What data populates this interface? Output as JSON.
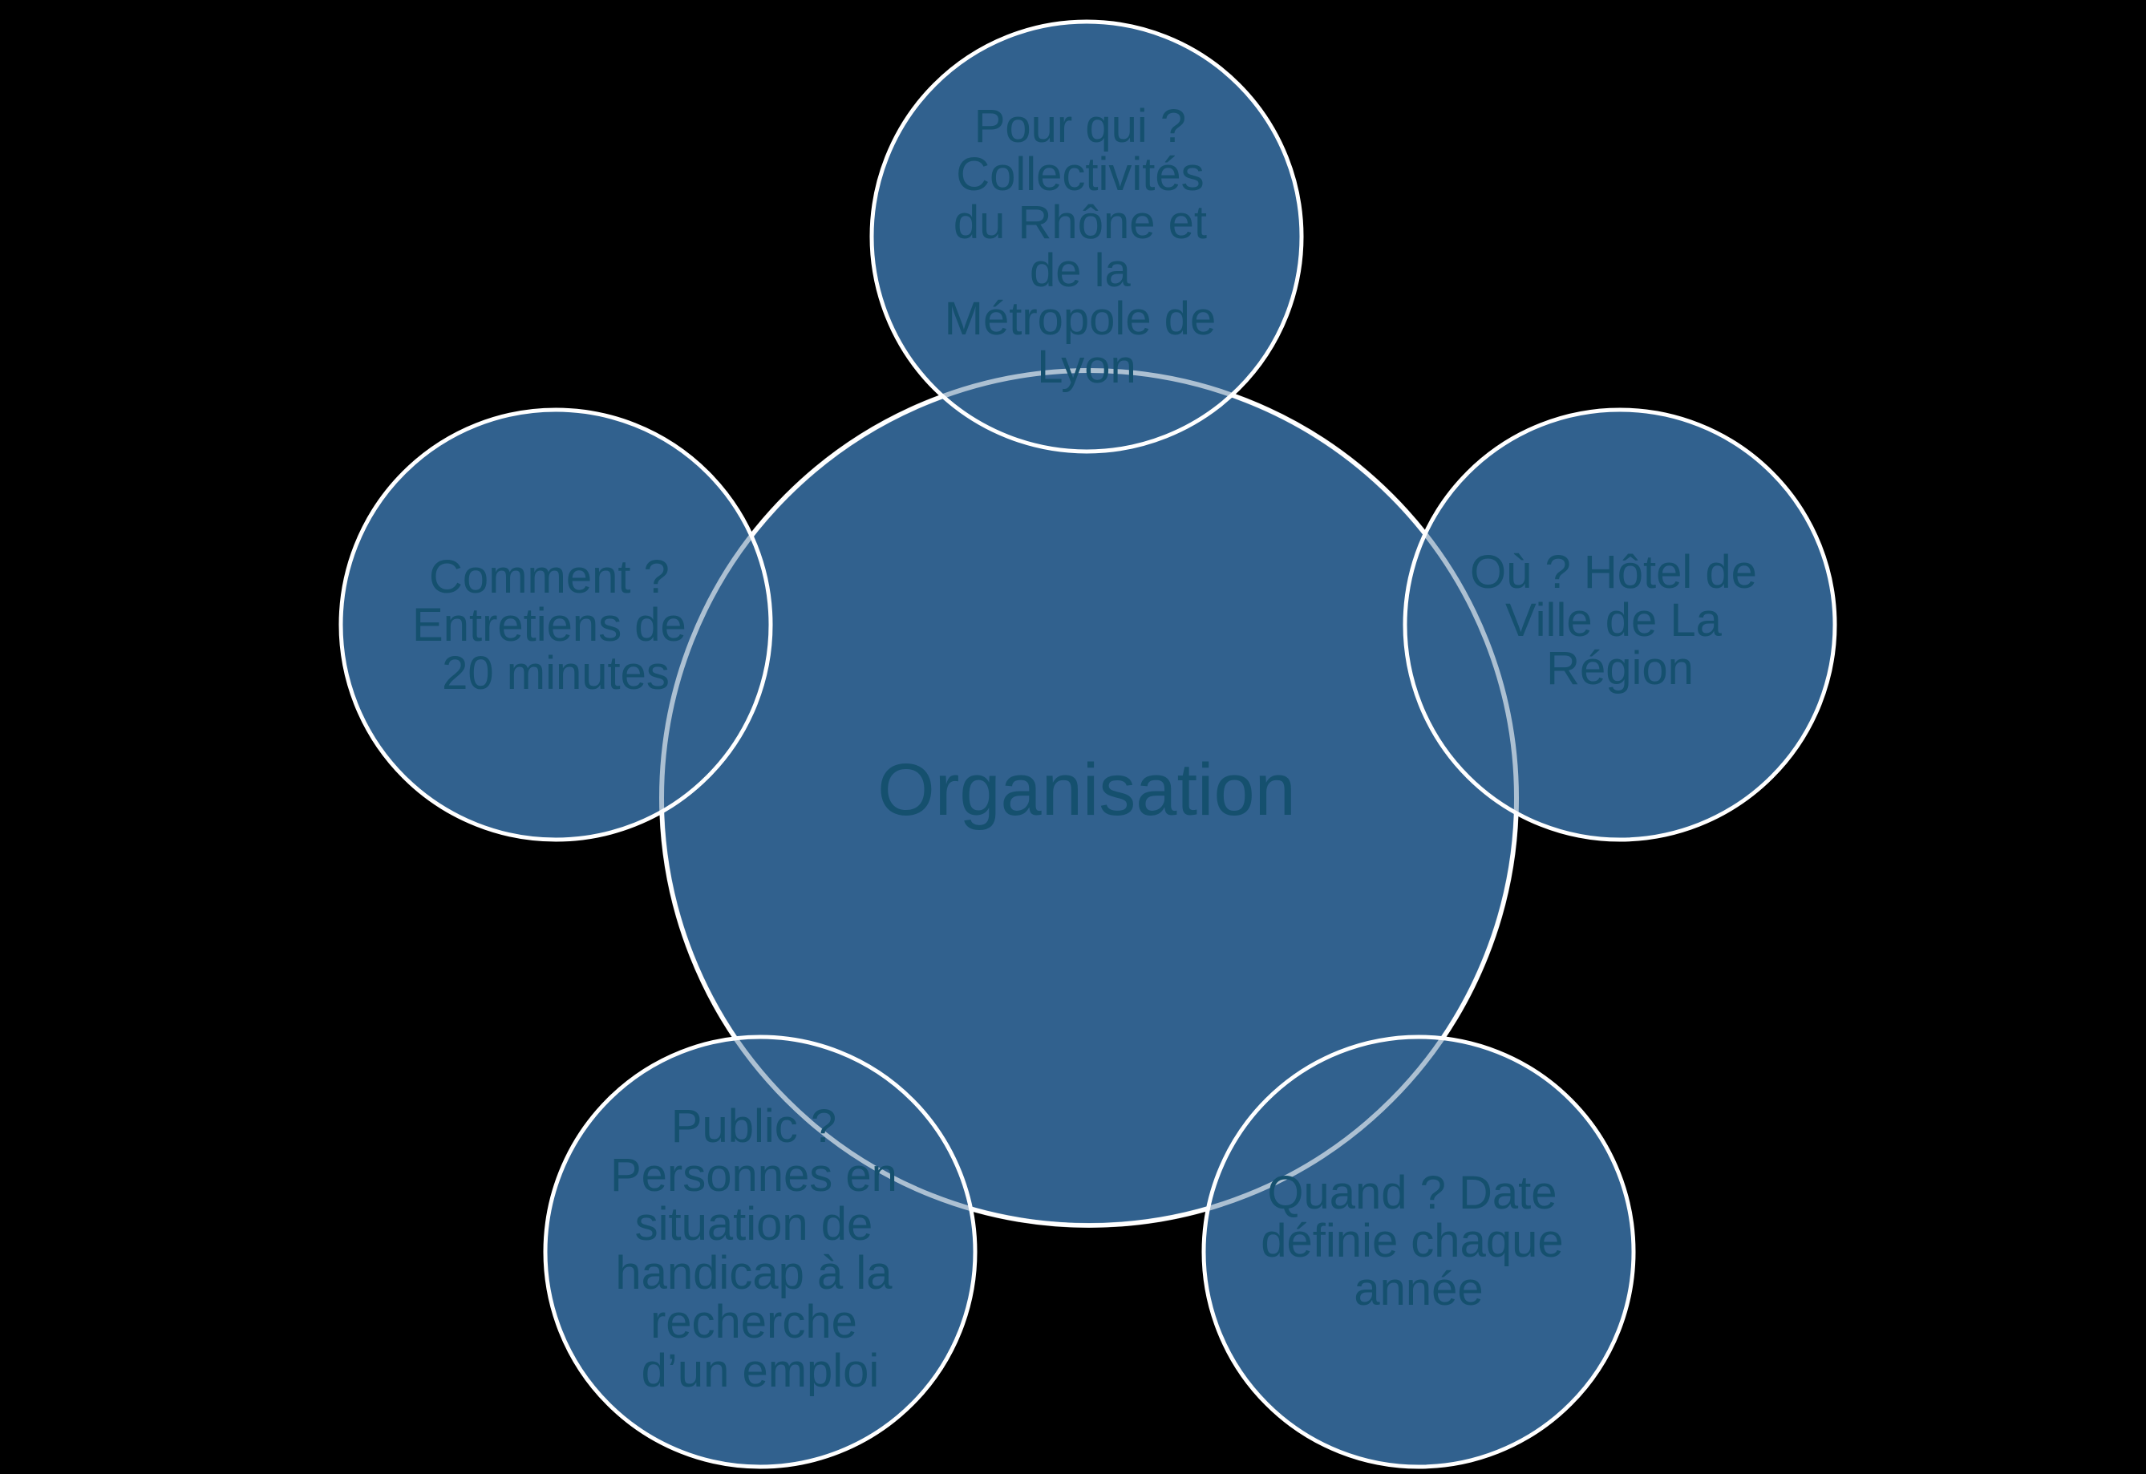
{
  "diagram": {
    "type": "radial-cycle",
    "center_label": "Organisation",
    "satellites": [
      {
        "position": "top",
        "lines": [
          "Pour qui ?",
          "Collectivités",
          "du Rhône et",
          "de la",
          "Métropole de",
          "Lyon"
        ]
      },
      {
        "position": "right",
        "lines": [
          "Où ? Hôtel de",
          "Ville de La",
          "Région"
        ]
      },
      {
        "position": "bottom-right",
        "lines": [
          "Quand ? Date",
          "définie chaque",
          "année"
        ]
      },
      {
        "position": "bottom-left",
        "lines": [
          "Public ?",
          "Personnes en",
          "situation de",
          "handicap à la",
          "recherche",
          "d’un emploi"
        ]
      },
      {
        "position": "left",
        "lines": [
          "Comment ?",
          "Entretiens de",
          "20 minutes"
        ]
      }
    ],
    "colors": {
      "background": "#000000",
      "circle_fill": "#31618E",
      "circle_border": "#FFFFFF",
      "overlap_arc": "#AFC4D9",
      "text": "#15506E"
    }
  }
}
